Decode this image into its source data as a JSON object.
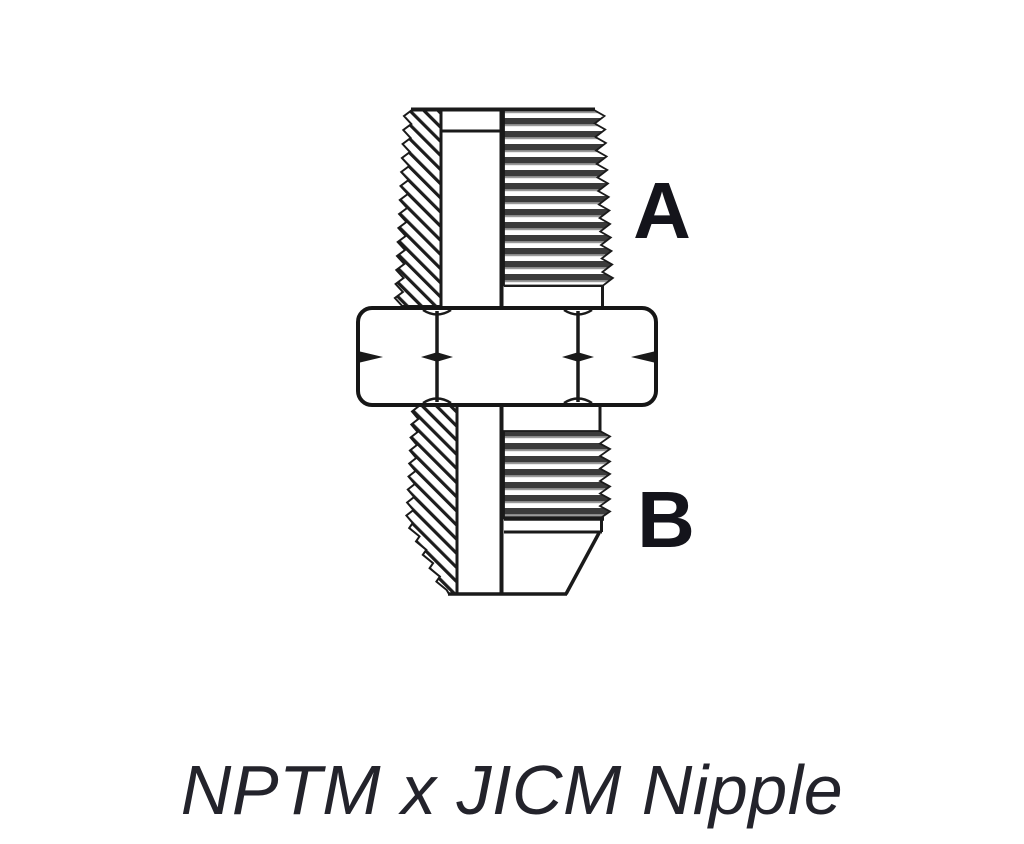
{
  "figure": {
    "type": "technical-line-drawing",
    "caption": "NPTM x JICM Nipple",
    "port_labels": {
      "a": "A",
      "b": "B"
    },
    "colors": {
      "background": "#ffffff",
      "line": "#1a1a1a",
      "thread_fill": "#3b3b3b",
      "thread_highlight": "#9a9a9a",
      "label": "#14141b",
      "caption": "#23232b"
    }
  }
}
